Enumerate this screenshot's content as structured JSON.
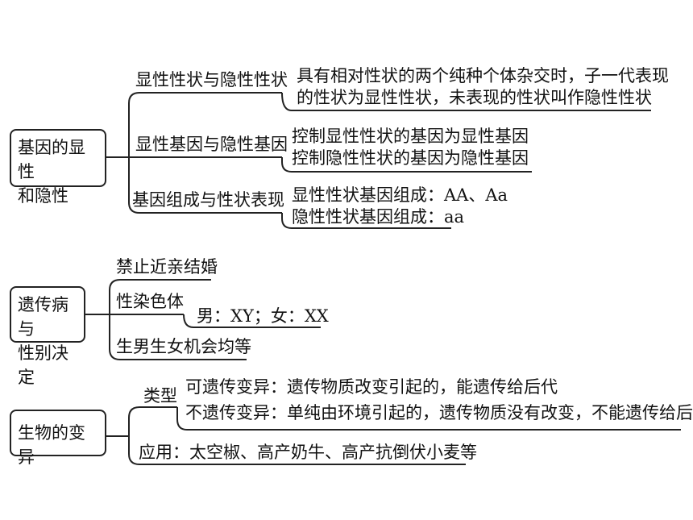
{
  "section1": {
    "root": [
      "基因的显性",
      "和隐性"
    ],
    "branches": [
      {
        "label": "显性性状与隐性性状",
        "details": [
          "具有相对性状的两个纯种个体杂交时，子一代表现",
          "的性状为显性性状，未表现的性状叫作隐性性状"
        ]
      },
      {
        "label": "显性基因与隐性基因",
        "details": [
          "控制显性性状的基因为显性基因",
          "控制隐性性状的基因为隐性基因"
        ]
      },
      {
        "label": "基因组成与性状表现",
        "details": [
          "显性性状基因组成：AA、Aa",
          "隐性性状基因组成：aa"
        ]
      }
    ]
  },
  "section2": {
    "root": [
      "遗传病与",
      "性别决定"
    ],
    "branches": [
      {
        "label": "禁止近亲结婚"
      },
      {
        "label": "性染色体",
        "detail": "男：XY；女：XX"
      },
      {
        "label": "生男生女机会均等"
      }
    ]
  },
  "section3": {
    "root": "生物的变异",
    "types_label": "类型",
    "types": [
      "可遗传变异：遗传物质改变引起的，能遗传给后代",
      "不遗传变异：单纯由环境引起的，遗传物质没有改变，不能遗传给后代"
    ],
    "application": "应用：太空椒、高产奶牛、高产抗倒伏小麦等"
  }
}
